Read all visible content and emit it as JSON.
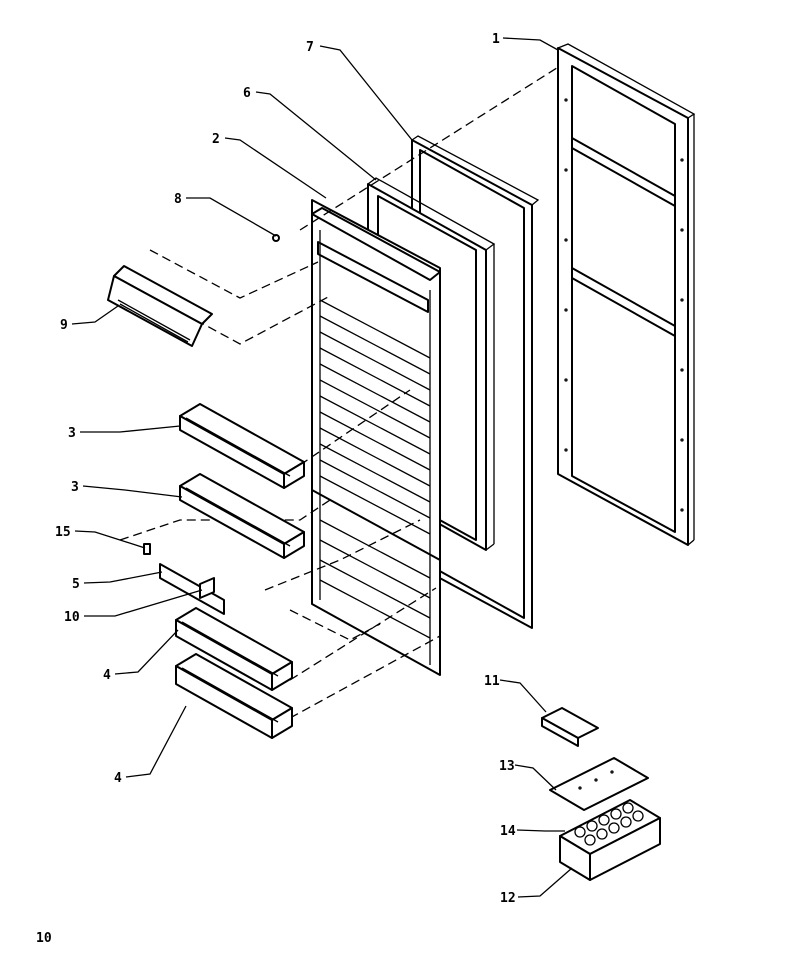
{
  "diagram": {
    "callouts": {
      "c1": "1",
      "c2": "2",
      "c3a": "3",
      "c3b": "3",
      "c4a": "4",
      "c4b": "4",
      "c5": "5",
      "c6": "6",
      "c7": "7",
      "c8": "8",
      "c9": "9",
      "c10": "10",
      "c11": "11",
      "c12": "12",
      "c13": "13",
      "c14": "14",
      "c15": "15"
    }
  },
  "page_number": "10"
}
